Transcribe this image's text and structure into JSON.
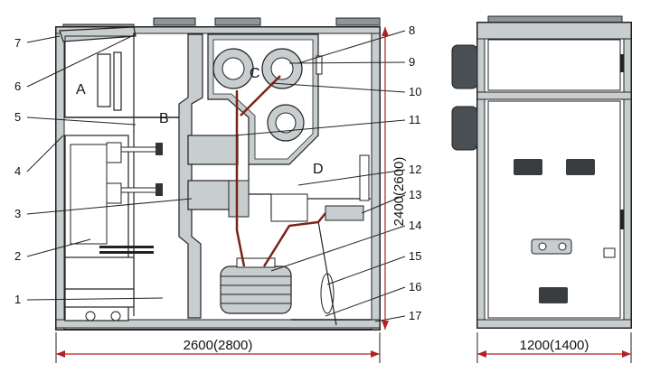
{
  "colors": {
    "frame": "#222222",
    "panel_fill": "#c8cdd0",
    "panel_dark": "#8f969b",
    "cable": "#7a2418",
    "dimension": "#b22222",
    "text": "#111111"
  },
  "zones": {
    "a": "A",
    "b": "B",
    "c": "C",
    "d": "D"
  },
  "callouts": {
    "left": [
      "7",
      "6",
      "5",
      "4",
      "3",
      "2",
      "1"
    ],
    "right": [
      "8",
      "9",
      "10",
      "11",
      "12",
      "13",
      "14",
      "15",
      "16",
      "17"
    ]
  },
  "dimensions": {
    "height": "2400(2600)",
    "side_width": "2600(2800)",
    "front_width": "1200(1400)"
  }
}
